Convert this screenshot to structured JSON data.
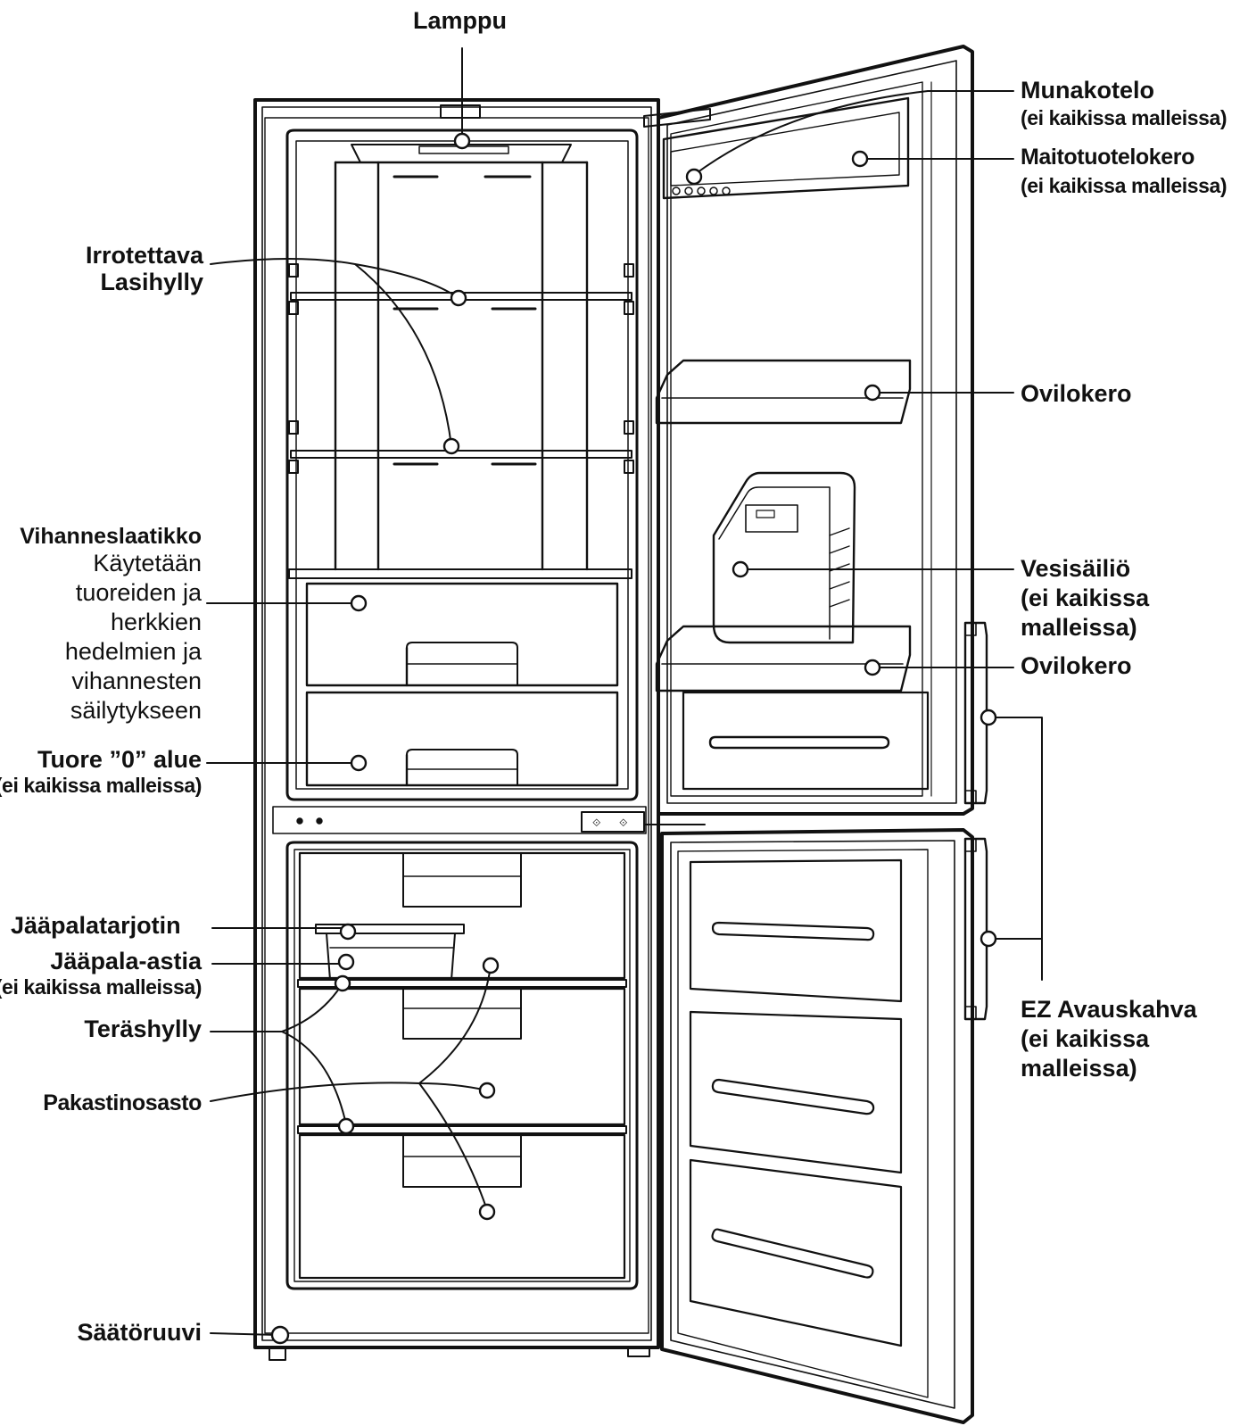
{
  "labels": {
    "lamppu": {
      "title": "Lamppu"
    },
    "irrotettava": {
      "line1": "Irrotettava",
      "line2": "Lasihylly"
    },
    "vihannes": {
      "title": "Vihanneslaatikko",
      "desc": [
        "Käytetään",
        "tuoreiden ja",
        "herkkien",
        "hedelmien ja",
        "vihannesten",
        "säilytykseen"
      ]
    },
    "tuore": {
      "title": "Tuore ”0” alue",
      "note": "(ei kaikissa malleissa)"
    },
    "jaapalatarjotin": {
      "title": "Jääpalatarjotin"
    },
    "jaapala_astia": {
      "title": "Jääpala-astia",
      "note": "(ei kaikissa malleissa)"
    },
    "terashylly": {
      "title": "Teräshylly"
    },
    "pakastinosasto": {
      "title": "Pakastinosasto"
    },
    "saatoruuvi": {
      "title": "Säätöruuvi"
    },
    "munakotelo": {
      "title": "Munakotelo",
      "note": "(ei kaikissa malleissa)"
    },
    "maitotuote": {
      "title": "Maitotuotelokero",
      "note": "(ei kaikissa malleissa)"
    },
    "ovilokero_top": {
      "title": "Ovilokero"
    },
    "vesisailio": {
      "line1": "Vesisäiliö",
      "line2": "(ei kaikissa",
      "line3": "malleissa)"
    },
    "ovilokero_bottom": {
      "title": "Ovilokero"
    },
    "ez": {
      "line1": "EZ Avauskahva",
      "line2": "(ei kaikissa",
      "line3": "malleissa)"
    }
  },
  "colors": {
    "line": "#111111",
    "background": "#ffffff"
  }
}
